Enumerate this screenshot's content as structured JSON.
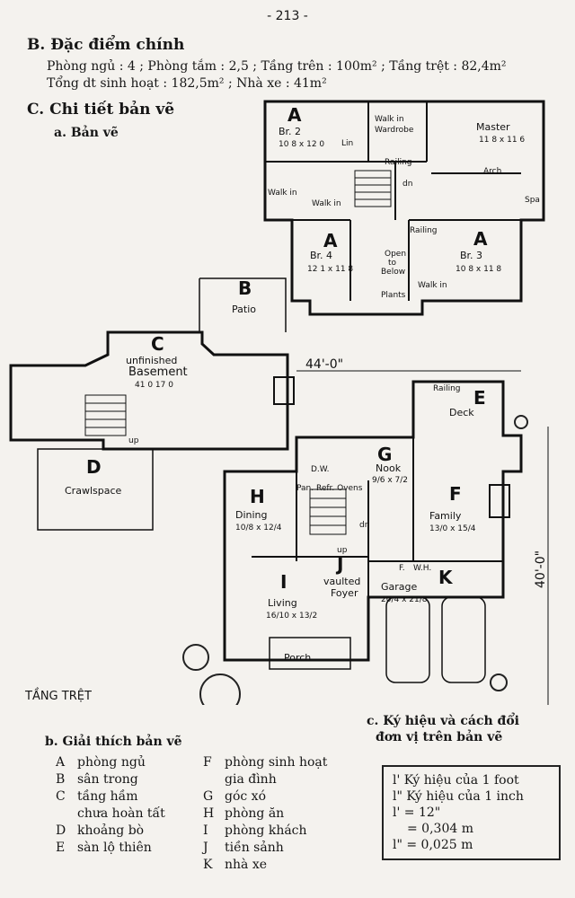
{
  "page_number": "- 213 -",
  "section_b": {
    "title": "B. Đặc điểm chính",
    "line1": "Phòng ngủ : 4 ; Phòng tắm : 2,5 ; Tầng trên : 100m² ; Tầng trệt : 82,4m²",
    "line2": "Tổng dt sinh hoạt : 182,5m² ; Nhà xe : 41m²"
  },
  "section_c": {
    "title": "C. Chi tiết bản vẽ",
    "sub_a": "a. Bản vẽ",
    "sub_b": "b. Giải thích bản vẽ",
    "sub_c_line1": "c. Ký hiệu và cách đổi",
    "sub_c_line2": "đơn vị trên bản vẽ"
  },
  "floor_label": "TẦNG TRỆT",
  "legend_left": [
    {
      "letter": "A",
      "text": "phòng ngủ"
    },
    {
      "letter": "B",
      "text": "sân trong"
    },
    {
      "letter": "C",
      "text": "tầng hầm"
    },
    {
      "letter": "",
      "text": "chưa hoàn tất"
    },
    {
      "letter": "D",
      "text": "khoảng bò"
    },
    {
      "letter": "E",
      "text": "sàn lộ thiên"
    }
  ],
  "legend_right": [
    {
      "letter": "F",
      "text": "phòng sinh hoạt"
    },
    {
      "letter": "",
      "text": "gia đình"
    },
    {
      "letter": "G",
      "text": "góc xó"
    },
    {
      "letter": "H",
      "text": "phòng ăn"
    },
    {
      "letter": "I",
      "text": "phòng khách"
    },
    {
      "letter": "J",
      "text": "tiền sảnh"
    },
    {
      "letter": "K",
      "text": "nhà xe"
    }
  ],
  "units_box": {
    "l1": "l' Ký hiệu của 1 foot",
    "l2": "l\" Ký hiệu của 1 inch",
    "l3": "l' = 12\"",
    "l4": "= 0,304 m",
    "l5": "l\" = 0,025 m"
  },
  "plan": {
    "br2_letter": "A",
    "br2": "Br. 2",
    "br2_dim": "10 8 x 12 0",
    "master": "Master",
    "master_dim": "11 8 x 11 6",
    "lin": "Lin",
    "walk_in_wardrobe_1": "Walk in",
    "walk_in_wardrobe_2": "Wardrobe",
    "railing": "Railing",
    "dn": "dn",
    "arch": "Arch",
    "spa": "Spa",
    "walk_in": "Walk in",
    "br4_letter": "A",
    "br4": "Br. 4",
    "br4_dim": "12 1 x 11 8",
    "br3_letter": "A",
    "br3": "Br. 3",
    "br3_dim": "10 8 x 11 8",
    "open_to_below_1": "Open",
    "open_to_below_2": "to",
    "open_to_below_3": "Below",
    "plants": "Plants",
    "patio_letter": "B",
    "patio": "Patio",
    "basement_letter": "C",
    "basement_1": "unfinished",
    "basement_2": "Basement",
    "basement_dim": "41 0 17 0",
    "up": "up",
    "crawl_letter": "D",
    "crawl": "Crawlspace",
    "dim_width": "44'-0\"",
    "dim_depth": "40'-0\"",
    "deck_letter": "E",
    "deck": "Deck",
    "nook_letter": "G",
    "nook": "Nook",
    "nook_dim": "9/6 x 7/2",
    "dw": "D.W.",
    "pan_refr_ovens": "Pan. Refr. Ovens",
    "dining_letter": "H",
    "dining": "Dining",
    "dining_dim": "10/8 x 12/4",
    "family_letter": "F",
    "family": "Family",
    "family_dim": "13/0 x 15/4",
    "living_letter": "I",
    "living": "Living",
    "living_dim": "16/10 x 13/2",
    "foyer_letter": "J",
    "foyer_1": "vaulted",
    "foyer_2": "Foyer",
    "garage_letter": "K",
    "garage": "Garage",
    "garage_dim": "20/4 x 21/8",
    "fw": "F.",
    "wh": "W.H.",
    "porch": "Porch"
  }
}
